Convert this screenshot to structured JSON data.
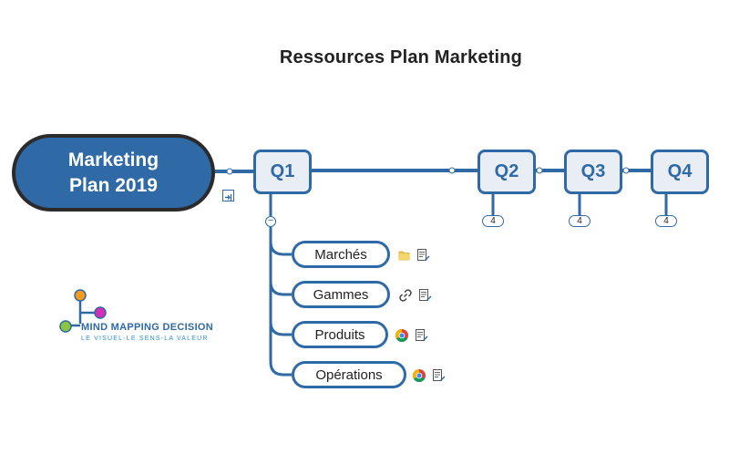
{
  "title": "Ressources Plan Marketing",
  "central_topic": {
    "line1": "Marketing",
    "line2": "Plan 2019"
  },
  "quarters": [
    {
      "label": "Q1",
      "count": ""
    },
    {
      "label": "Q2",
      "count": "4"
    },
    {
      "label": "Q3",
      "count": "4"
    },
    {
      "label": "Q4",
      "count": "4"
    }
  ],
  "q1_children": [
    {
      "label": "Marchés",
      "icon": "folder-icon"
    },
    {
      "label": "Gammes",
      "icon": "link-icon"
    },
    {
      "label": "Produits",
      "icon": "chrome-icon"
    },
    {
      "label": "Opérations",
      "icon": "chrome-icon"
    }
  ],
  "collapse_symbol": "−",
  "logo": {
    "name": "MIND MAPPING DECISION",
    "tagline": "LE VISUEL-LE SENS-LA VALEUR"
  },
  "colors": {
    "accent": "#2f6aa6",
    "root_border": "#2b2b2b",
    "box_fill": "#e9eef5"
  }
}
